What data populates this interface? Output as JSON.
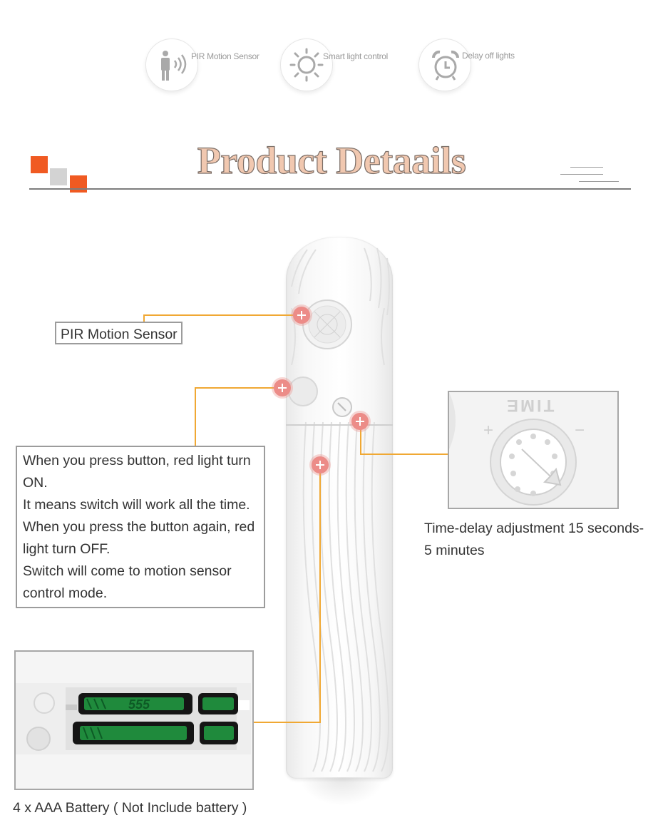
{
  "features": [
    {
      "icon": "motion-person-icon",
      "label": "PIR Motion Sensor"
    },
    {
      "icon": "sun-icon",
      "label": "Smart light control"
    },
    {
      "icon": "alarm-clock-icon",
      "label": "Delay off lights"
    }
  ],
  "header": {
    "title": "Product Detaails",
    "accent_color": "#f05a22",
    "secondary_color": "#d3d3d3"
  },
  "callouts": {
    "pir": "PIR Motion Sensor",
    "button_lines": [
      "When you press button, red light turn",
      "ON.",
      "It means switch will work all the time.",
      "When you press the button again, red",
      "light turn OFF.",
      "Switch will come to motion sensor",
      "control mode."
    ],
    "time_lines": [
      "Time-delay adjustment 15 seconds-",
      "5 minutes"
    ],
    "battery": "4 x AAA Battery ( Not Include battery )",
    "dial_label": "TIME",
    "dial_plus": "+",
    "dial_minus": "−",
    "battery_brand": "555"
  },
  "colors": {
    "leader_line": "#f0a833",
    "marker": "#ec8c88",
    "battery_green": "#1f8a3c"
  }
}
